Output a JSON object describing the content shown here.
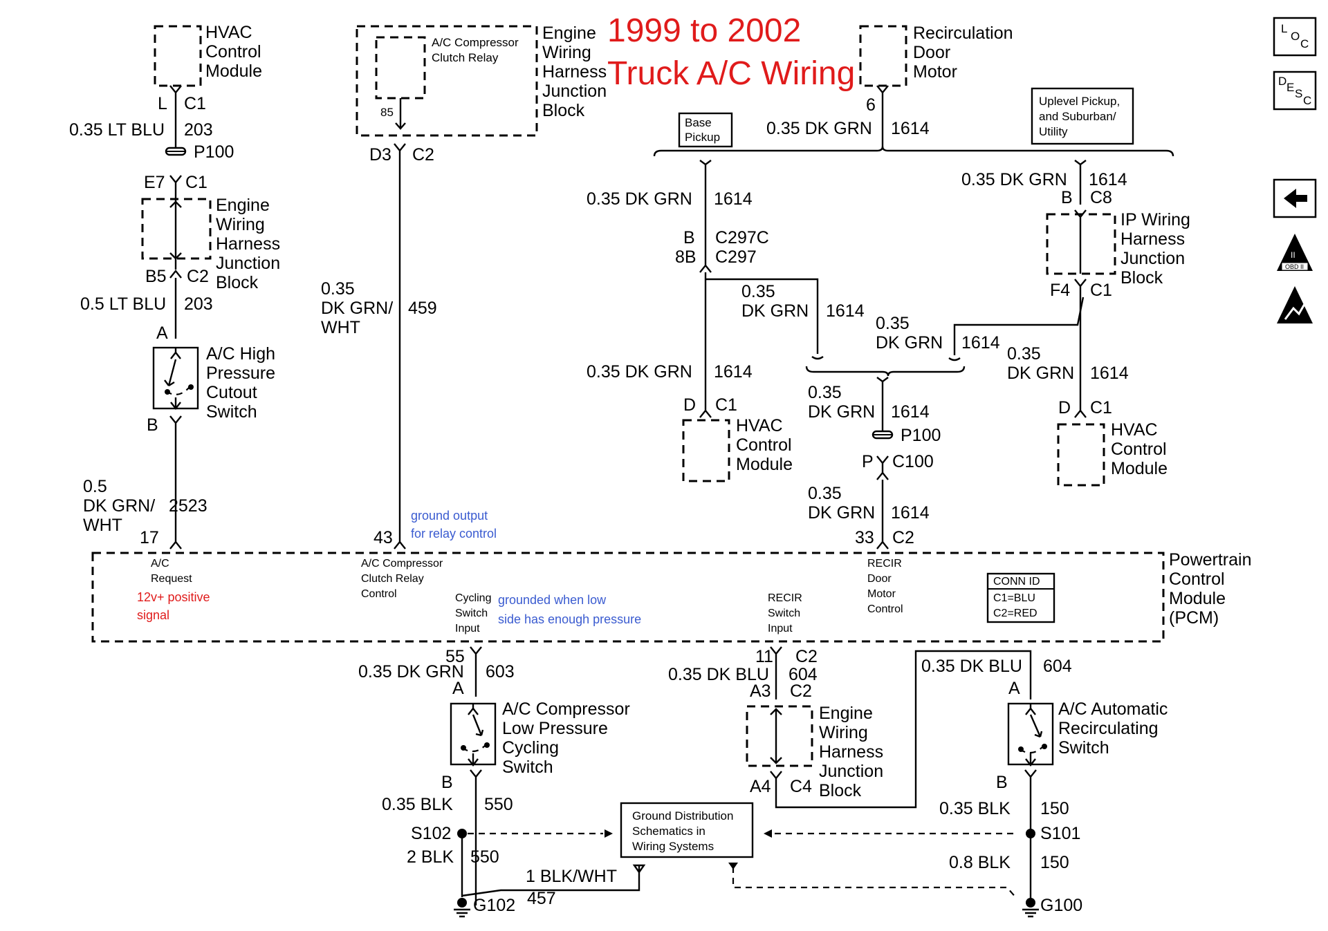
{
  "title": {
    "line1": "1999 to 2002",
    "line2": "Truck A/C Wiring"
  },
  "nav_icons": {
    "loc": [
      "L",
      "O",
      "C"
    ],
    "desc": [
      "D",
      "E",
      "S",
      "C"
    ],
    "obd": "OBD II",
    "obd_roman": "II"
  },
  "hvac_top": {
    "name": [
      "HVAC",
      "Control",
      "Module"
    ],
    "pin_a": "L",
    "pin_b": "C1",
    "wire1_size": "0.35 LT BLU",
    "wire1_num": "203",
    "p100": "P100",
    "jb_top_pin": "E7",
    "jb_top_conn": "C1",
    "jb_name": [
      "Engine",
      "Wiring",
      "Harness",
      "Junction",
      "Block"
    ],
    "jb_bot_pin": "B5",
    "jb_bot_conn": "C2",
    "wire2_size": "0.5 LT BLU",
    "wire2_num": "203"
  },
  "high_pressure_switch": {
    "pin_a": "A",
    "pin_b": "B",
    "name": [
      "A/C High",
      "Pressure",
      "Cutout",
      "Switch"
    ],
    "wire_size": [
      "0.5",
      "DK GRN/",
      "WHT"
    ],
    "wire_num": "2523",
    "pcm_pin": "17"
  },
  "relay": {
    "name": [
      "A/C Compressor",
      "Clutch Relay"
    ],
    "pin": "85",
    "jb_name": [
      "Engine",
      "Wiring",
      "Harness",
      "Junction",
      "Block"
    ],
    "d3": "D3",
    "c2": "C2",
    "wire_size": [
      "0.35",
      "DK GRN/",
      "WHT"
    ],
    "wire_num": "459",
    "pcm_pin": "43"
  },
  "annotations": {
    "ground_output": [
      "ground output",
      "for relay control"
    ],
    "positive_signal": [
      "12v+ positive",
      "signal"
    ],
    "grounded_when": [
      "grounded when low",
      "side has enough pressure"
    ]
  },
  "recirc_motor": {
    "name": [
      "Recirculation",
      "Door",
      "Motor"
    ],
    "pin": "6",
    "wire_size": "0.35 DK GRN",
    "wire_num": "1614"
  },
  "base_pickup": [
    "Base",
    "Pickup"
  ],
  "uplevel": [
    "Uplevel Pickup,",
    "and Suburban/",
    "Utility"
  ],
  "base_branch": {
    "wire_size_top": "0.35 DK GRN",
    "wire_num_top": "1614",
    "conn_b": "B",
    "conn_c297c": "C297C",
    "conn_8b": "8B",
    "conn_c297": "C297",
    "wire_size_bot": "0.35 DK GRN",
    "wire_num_bot": "1614",
    "pin_d": "D",
    "pin_c1": "C1",
    "hvac_name": [
      "HVAC",
      "Control",
      "Module"
    ]
  },
  "mid_branch": {
    "left_size": [
      "0.35",
      "DK GRN"
    ],
    "left_num": "1614",
    "right_size": [
      "0.35",
      "DK GRN"
    ],
    "right_num": "1614",
    "down_size": [
      "0.35",
      "DK GRN"
    ],
    "down_num": "1614",
    "p100": "P100",
    "pin_p": "P",
    "c100": "C100",
    "low_size": [
      "0.35",
      "DK GRN"
    ],
    "low_num": "1614",
    "pcm_pin": "33",
    "pcm_conn": "C2"
  },
  "uplevel_branch": {
    "wire_size_top": "0.35 DK GRN",
    "wire_num_top": "1614",
    "pin_b": "B",
    "conn_c8": "C8",
    "jb_name": [
      "IP Wiring",
      "Harness",
      "Junction",
      "Block"
    ],
    "pin_f4": "F4",
    "conn_c1": "C1",
    "wire_size_bot": [
      "0.35",
      "DK GRN"
    ],
    "wire_num_bot": "1614",
    "pin_d": "D",
    "pin_c1b": "C1",
    "hvac_name": [
      "HVAC",
      "Control",
      "Module"
    ]
  },
  "pcm": {
    "name": [
      "Powertrain",
      "Control",
      "Module",
      "(PCM)"
    ],
    "ac_request": [
      "A/C",
      "Request"
    ],
    "relay_control": [
      "A/C Compressor",
      "Clutch Relay",
      "Control"
    ],
    "cycling_input": [
      "Cycling",
      "Switch",
      "Input"
    ],
    "recir_switch": [
      "RECIR",
      "Switch",
      "Input"
    ],
    "recir_door": [
      "RECIR",
      "Door",
      "Motor",
      "Control"
    ],
    "conn_id": [
      "CONN ID",
      "C1=BLU",
      "C2=RED"
    ]
  },
  "low_pressure": {
    "pcm_pin": "55",
    "wire_size": "0.35 DK GRN",
    "wire_num": "603",
    "pin_a": "A",
    "name": [
      "A/C Compressor",
      "Low Pressure",
      "Cycling",
      "Switch"
    ],
    "pin_b": "B",
    "gnd_size": "0.35 BLK",
    "gnd_num": "550",
    "splice": "S102",
    "gnd2_size": "2 BLK",
    "gnd2_num": "550",
    "wire3_size": "1 BLK/WHT",
    "wire3_num": "457",
    "ground": "G102"
  },
  "recir_switch_wire": {
    "pcm_pin": "11",
    "pcm_conn": "C2",
    "wire_size": "0.35 DK BLU",
    "wire_num": "604",
    "jb_pin_a": "A3",
    "jb_conn_a": "C2",
    "jb_name": [
      "Engine",
      "Wiring",
      "Harness",
      "Junction",
      "Block"
    ],
    "jb_pin_b": "A4",
    "jb_conn_b": "C4"
  },
  "auto_recirc": {
    "wire_size": "0.35 DK BLU",
    "wire_num": "604",
    "pin_a": "A",
    "name": [
      "A/C Automatic",
      "Recirculating",
      "Switch"
    ],
    "pin_b": "B",
    "gnd_size": "0.35 BLK",
    "gnd_num": "150",
    "splice": "S101",
    "gnd2_size": "0.8 BLK",
    "gnd2_num": "150",
    "ground": "G100"
  },
  "ground_dist": [
    "Ground Distribution",
    "Schematics in",
    "Wiring Systems"
  ]
}
